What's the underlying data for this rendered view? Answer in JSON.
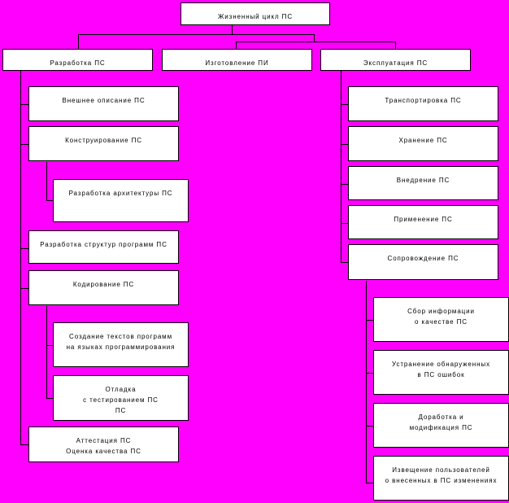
{
  "diagram": {
    "title_node": {
      "lines": [
        "Жизненный цикл ПС"
      ]
    },
    "level2": [
      {
        "lines": [
          "Разработка ПС"
        ]
      },
      {
        "lines": [
          "Изготовление ПИ"
        ]
      },
      {
        "lines": [
          "Эксплуатация ПС"
        ]
      }
    ],
    "development_children": [
      {
        "lines": [
          "Внешнее описание ПС"
        ]
      },
      {
        "lines": [
          "Конструирование ПС"
        ]
      },
      {
        "lines": [
          "Разработка структур программ ПС"
        ]
      },
      {
        "lines": [
          "Кодирование ПС"
        ]
      },
      {
        "lines": [
          "Аттестация ПС",
          "Оценка качества ПС"
        ]
      }
    ],
    "construction_children": [
      {
        "lines": [
          "Разработка архитектуры  ПС"
        ]
      }
    ],
    "coding_children": [
      {
        "lines": [
          "Создание текстов программ",
          "на языках программирования"
        ]
      },
      {
        "lines": [
          "Отладка",
          "с тестированием ПС",
          "ПС"
        ]
      }
    ],
    "operation_children": [
      {
        "lines": [
          "Транспортировка ПС"
        ]
      },
      {
        "lines": [
          "Хранение ПС"
        ]
      },
      {
        "lines": [
          "Внедрение ПС"
        ]
      },
      {
        "lines": [
          "Применение ПС"
        ]
      },
      {
        "lines": [
          "Сопровождение ПС"
        ]
      }
    ],
    "maintenance_children": [
      {
        "lines": [
          "Сбор информации",
          "о качестве ПС"
        ]
      },
      {
        "lines": [
          "Устранение обнаруженных",
          "в ПС ошибок"
        ]
      },
      {
        "lines": [
          "Доработка и",
          "модификация ПС"
        ]
      },
      {
        "lines": [
          "Извещение пользователей",
          "о внесенных в ПС изменениях"
        ]
      }
    ],
    "colors": {
      "background": "#ff00ff",
      "node_fill": "#ffffff",
      "node_border": "#000000",
      "text": "#000000"
    }
  }
}
